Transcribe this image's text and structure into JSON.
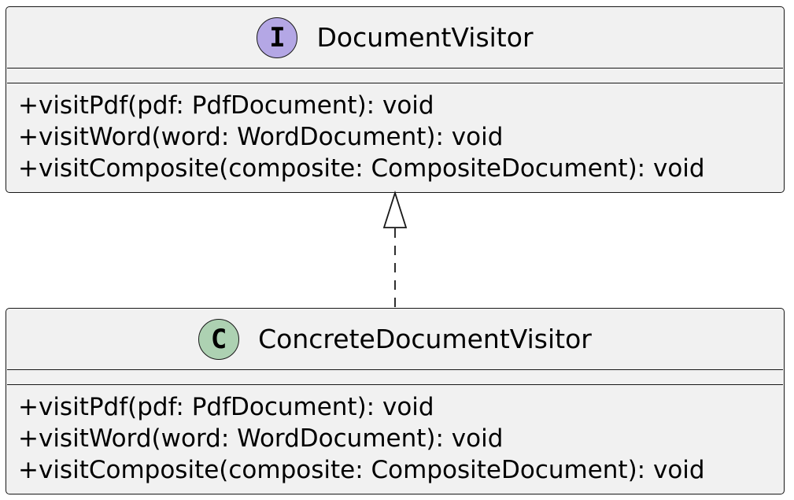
{
  "interface": {
    "stereotype_letter": "I",
    "stereotype_color": "#b4a7e5",
    "name": "DocumentVisitor",
    "methods": [
      "+visitPdf(pdf: PdfDocument): void",
      "+visitWord(word: WordDocument): void",
      "+visitComposite(composite: CompositeDocument): void"
    ]
  },
  "concrete": {
    "stereotype_letter": "C",
    "stereotype_color": "#add1b2",
    "name": "ConcreteDocumentVisitor",
    "methods": [
      "+visitPdf(pdf: PdfDocument): void",
      "+visitWord(word: WordDocument): void",
      "+visitComposite(composite: CompositeDocument): void"
    ]
  },
  "relation": {
    "type": "realization",
    "from": "ConcreteDocumentVisitor",
    "to": "DocumentVisitor"
  }
}
